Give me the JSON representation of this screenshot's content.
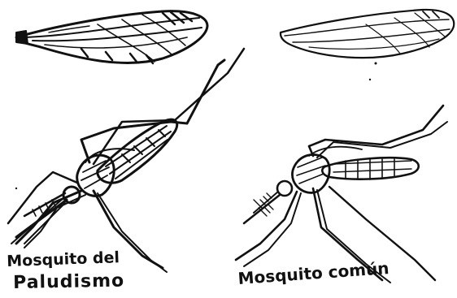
{
  "captions": {
    "anopheles_line1": "Mosquito del",
    "anopheles_line2": "Paludismo",
    "culex": "Mosquito común"
  },
  "colors": {
    "ink": "#111111",
    "paper": "#ffffff"
  }
}
